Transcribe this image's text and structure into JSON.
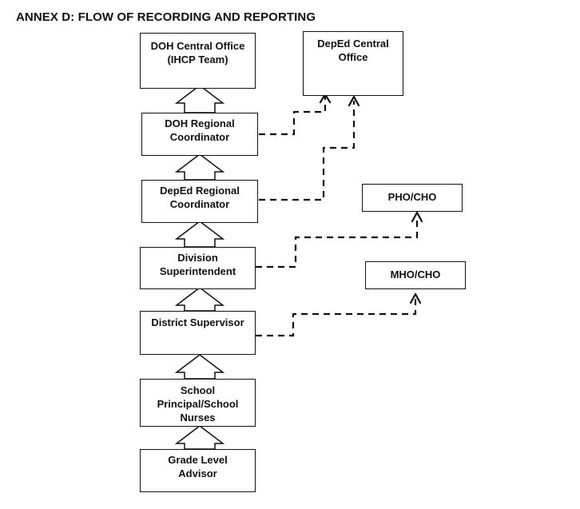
{
  "title": "ANNEX D: FLOW OF RECORDING AND REPORTING",
  "boxes": {
    "doh_central": {
      "line1": "DOH Central Office",
      "line2": "(IHCP Team)"
    },
    "deped_central": {
      "line1": "DepEd Central",
      "line2": "Office"
    },
    "doh_regional": {
      "line1": "DOH Regional",
      "line2": "Coordinator"
    },
    "deped_regional": {
      "line1": "DepEd Regional",
      "line2": "Coordinator"
    },
    "pho_cho": {
      "line1": "PHO/CHO"
    },
    "division_superintendent": {
      "line1": "Division",
      "line2": "Superintendent"
    },
    "mho_cho": {
      "line1": "MHO/CHO"
    },
    "district_supervisor": {
      "line1": "District Supervisor"
    },
    "school_principal": {
      "line1": "School",
      "line2": "Principal/School",
      "line3": "Nurses"
    },
    "grade_level_advisor": {
      "line1": "Grade Level",
      "line2": "Advisor"
    }
  }
}
